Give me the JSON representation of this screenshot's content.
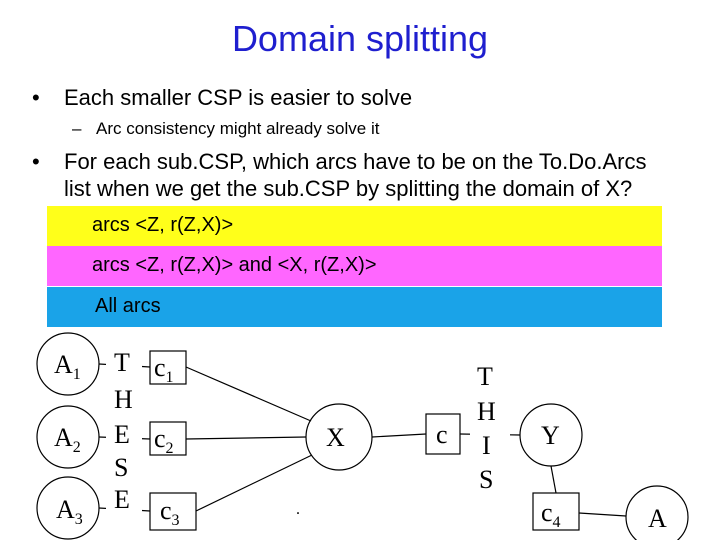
{
  "slide": {
    "title": "Domain splitting",
    "bullet1": "Each smaller CSP is easier to solve",
    "sub1": "Arc consistency might already solve it",
    "bullet2_line1": "For each sub.CSP, which arcs have to be on the To.Do.Arcs",
    "bullet2_line2": "list when we get the sub.CSP by splitting the domain of X?",
    "bullet_symbol": "•",
    "dash_symbol": "–"
  },
  "options": [
    {
      "label": "arcs <Z, r(Z,X)>",
      "color": "#ffff1a"
    },
    {
      "label": "arcs <Z, r(Z,X)> and <X, r(Z,X)>",
      "color": "#ff66ff"
    },
    {
      "label": "All arcs",
      "color": "#1aa3e8"
    }
  ],
  "diagram": {
    "nodes": {
      "a1": "A",
      "a2": "A",
      "a3": "A",
      "x": "X",
      "c": "c",
      "y": "Y",
      "a": "A",
      "c4": "c"
    },
    "subscripts": {
      "a1": "1",
      "a2": "2",
      "a3": "3",
      "c1": "1",
      "c2": "2",
      "c3": "3",
      "c4": "4"
    },
    "constraint_labels": {
      "c": "c"
    },
    "vertical_words": {
      "left": [
        "T",
        "H",
        "E",
        "S",
        "E"
      ],
      "right": [
        "T",
        "H",
        "I",
        "S"
      ]
    },
    "dot": "."
  }
}
